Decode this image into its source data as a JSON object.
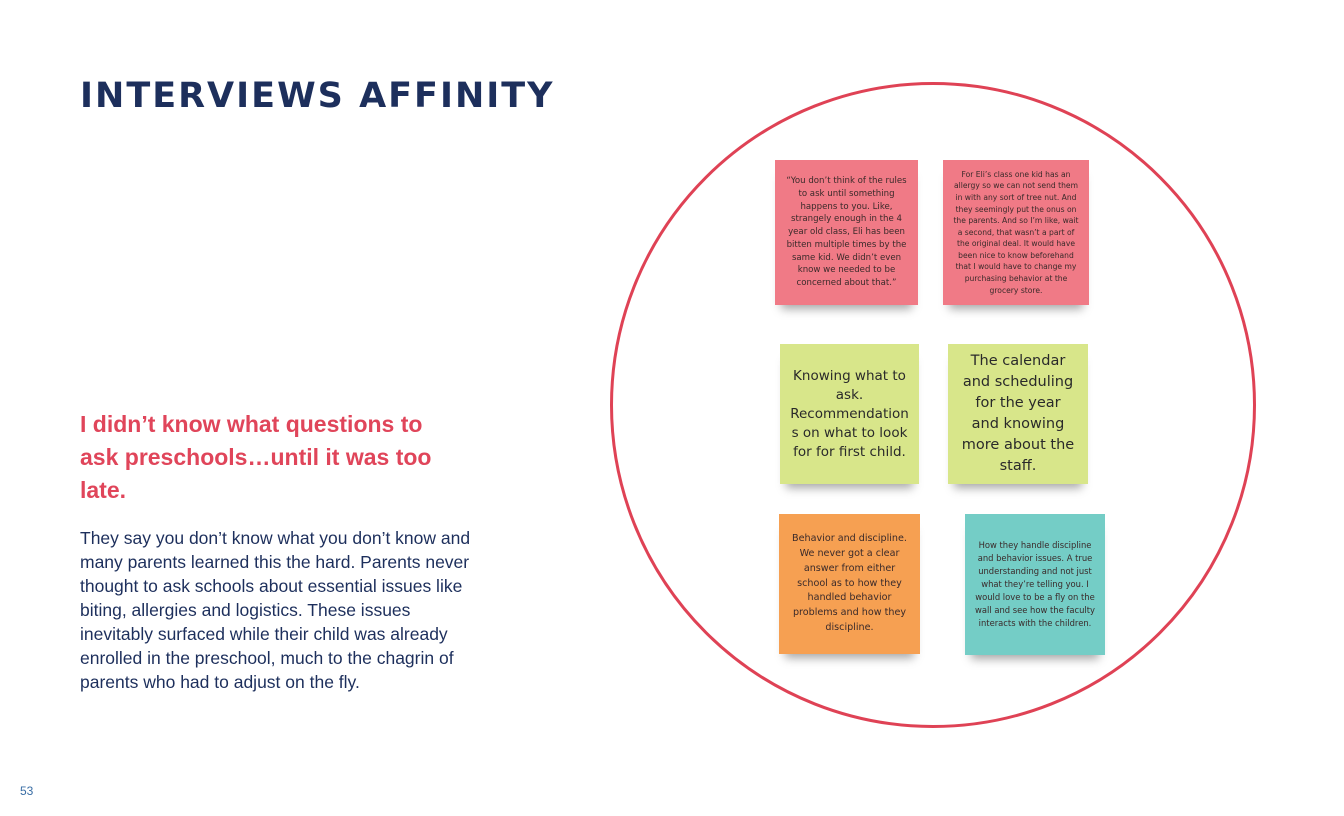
{
  "page": {
    "title": "INTERVIEWS AFFINITY",
    "headline": "I didn’t know what questions to ask preschools…until it was too late.",
    "body": "They say you don’t know what you don’t know and many parents learned this the hard. Parents never thought to ask schools about essential issues like biting, allergies and logistics. These issues inevitably surfaced while their child was already enrolled in the preschool, much to the chagrin of parents who had to adjust on the fly.",
    "page_number": "53"
  },
  "colors": {
    "title": "#1d2f5c",
    "accent_red": "#e0455a",
    "note_pink": "#f07a86",
    "note_green": "#d8e68a",
    "note_orange": "#f6a052",
    "note_teal": "#74cdc6"
  },
  "affinity_notes": [
    {
      "color": "pink",
      "text": "“You don’t think of the rules to ask until something happens to you. Like, strangely enough in the 4 year old class, Eli has been bitten multiple times by the same kid. We didn’t even know we needed to be concerned about that.”"
    },
    {
      "color": "pink",
      "text": "For Eli’s class one kid has an allergy so we can not send them in with any sort of tree nut. And they seemingly put the onus on the parents. And so I’m like, wait a second, that wasn’t a part of the original deal. It would have been nice to know beforehand that I would have to change my purchasing behavior at the grocery store."
    },
    {
      "color": "green",
      "text": "Knowing what to ask. Recommendation s on what to look for for first child."
    },
    {
      "color": "green",
      "text": "The calendar and scheduling for the year and knowing more about the staff."
    },
    {
      "color": "orange",
      "text": "Behavior and discipline. We never got a clear answer from either school as to how they handled behavior problems and how they discipline."
    },
    {
      "color": "teal",
      "text": "How they handle discipline and behavior issues. A true understanding and not just what they’re telling you. I would love to be a fly on the wall and see how the faculty interacts with the children."
    }
  ]
}
